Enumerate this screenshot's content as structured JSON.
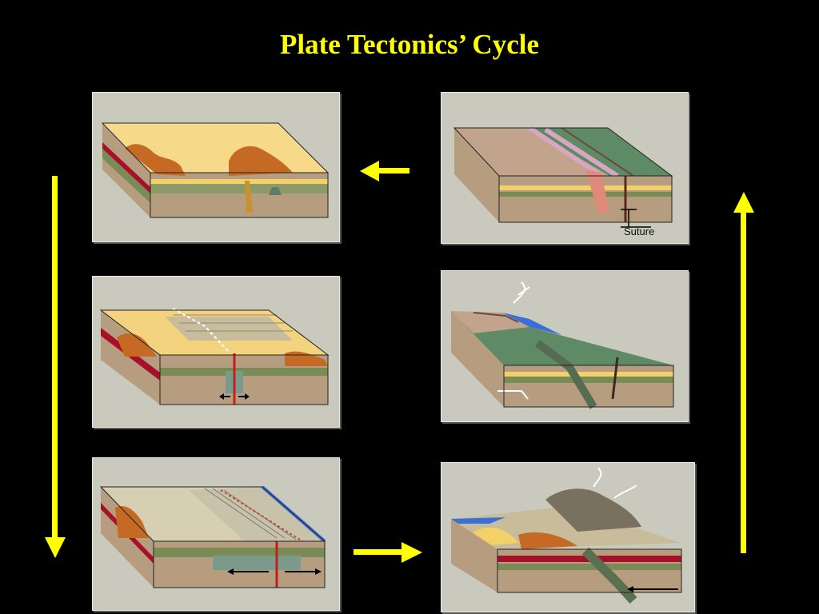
{
  "title": "Plate Tectonics’ Cycle",
  "labels": {
    "suture": "Suture"
  },
  "colors": {
    "title": "#ffff00",
    "arrow": "#ffff00",
    "panel_bg": "#c9c9bd"
  },
  "panels": [
    {
      "id": "continent-stable",
      "column": "left",
      "order": 1
    },
    {
      "id": "continental-rift",
      "column": "left",
      "order": 2
    },
    {
      "id": "young-ocean-basin",
      "column": "left",
      "order": 3
    },
    {
      "id": "subduction-volcanic-arc",
      "column": "right",
      "order": 4
    },
    {
      "id": "ocean-closing",
      "column": "right",
      "order": 5
    },
    {
      "id": "continental-collision",
      "column": "right",
      "order": 6
    }
  ],
  "arrows": [
    {
      "id": "left-down",
      "direction": "down"
    },
    {
      "id": "bottom-right",
      "direction": "right"
    },
    {
      "id": "right-up",
      "direction": "up"
    },
    {
      "id": "top-left",
      "direction": "left"
    }
  ]
}
